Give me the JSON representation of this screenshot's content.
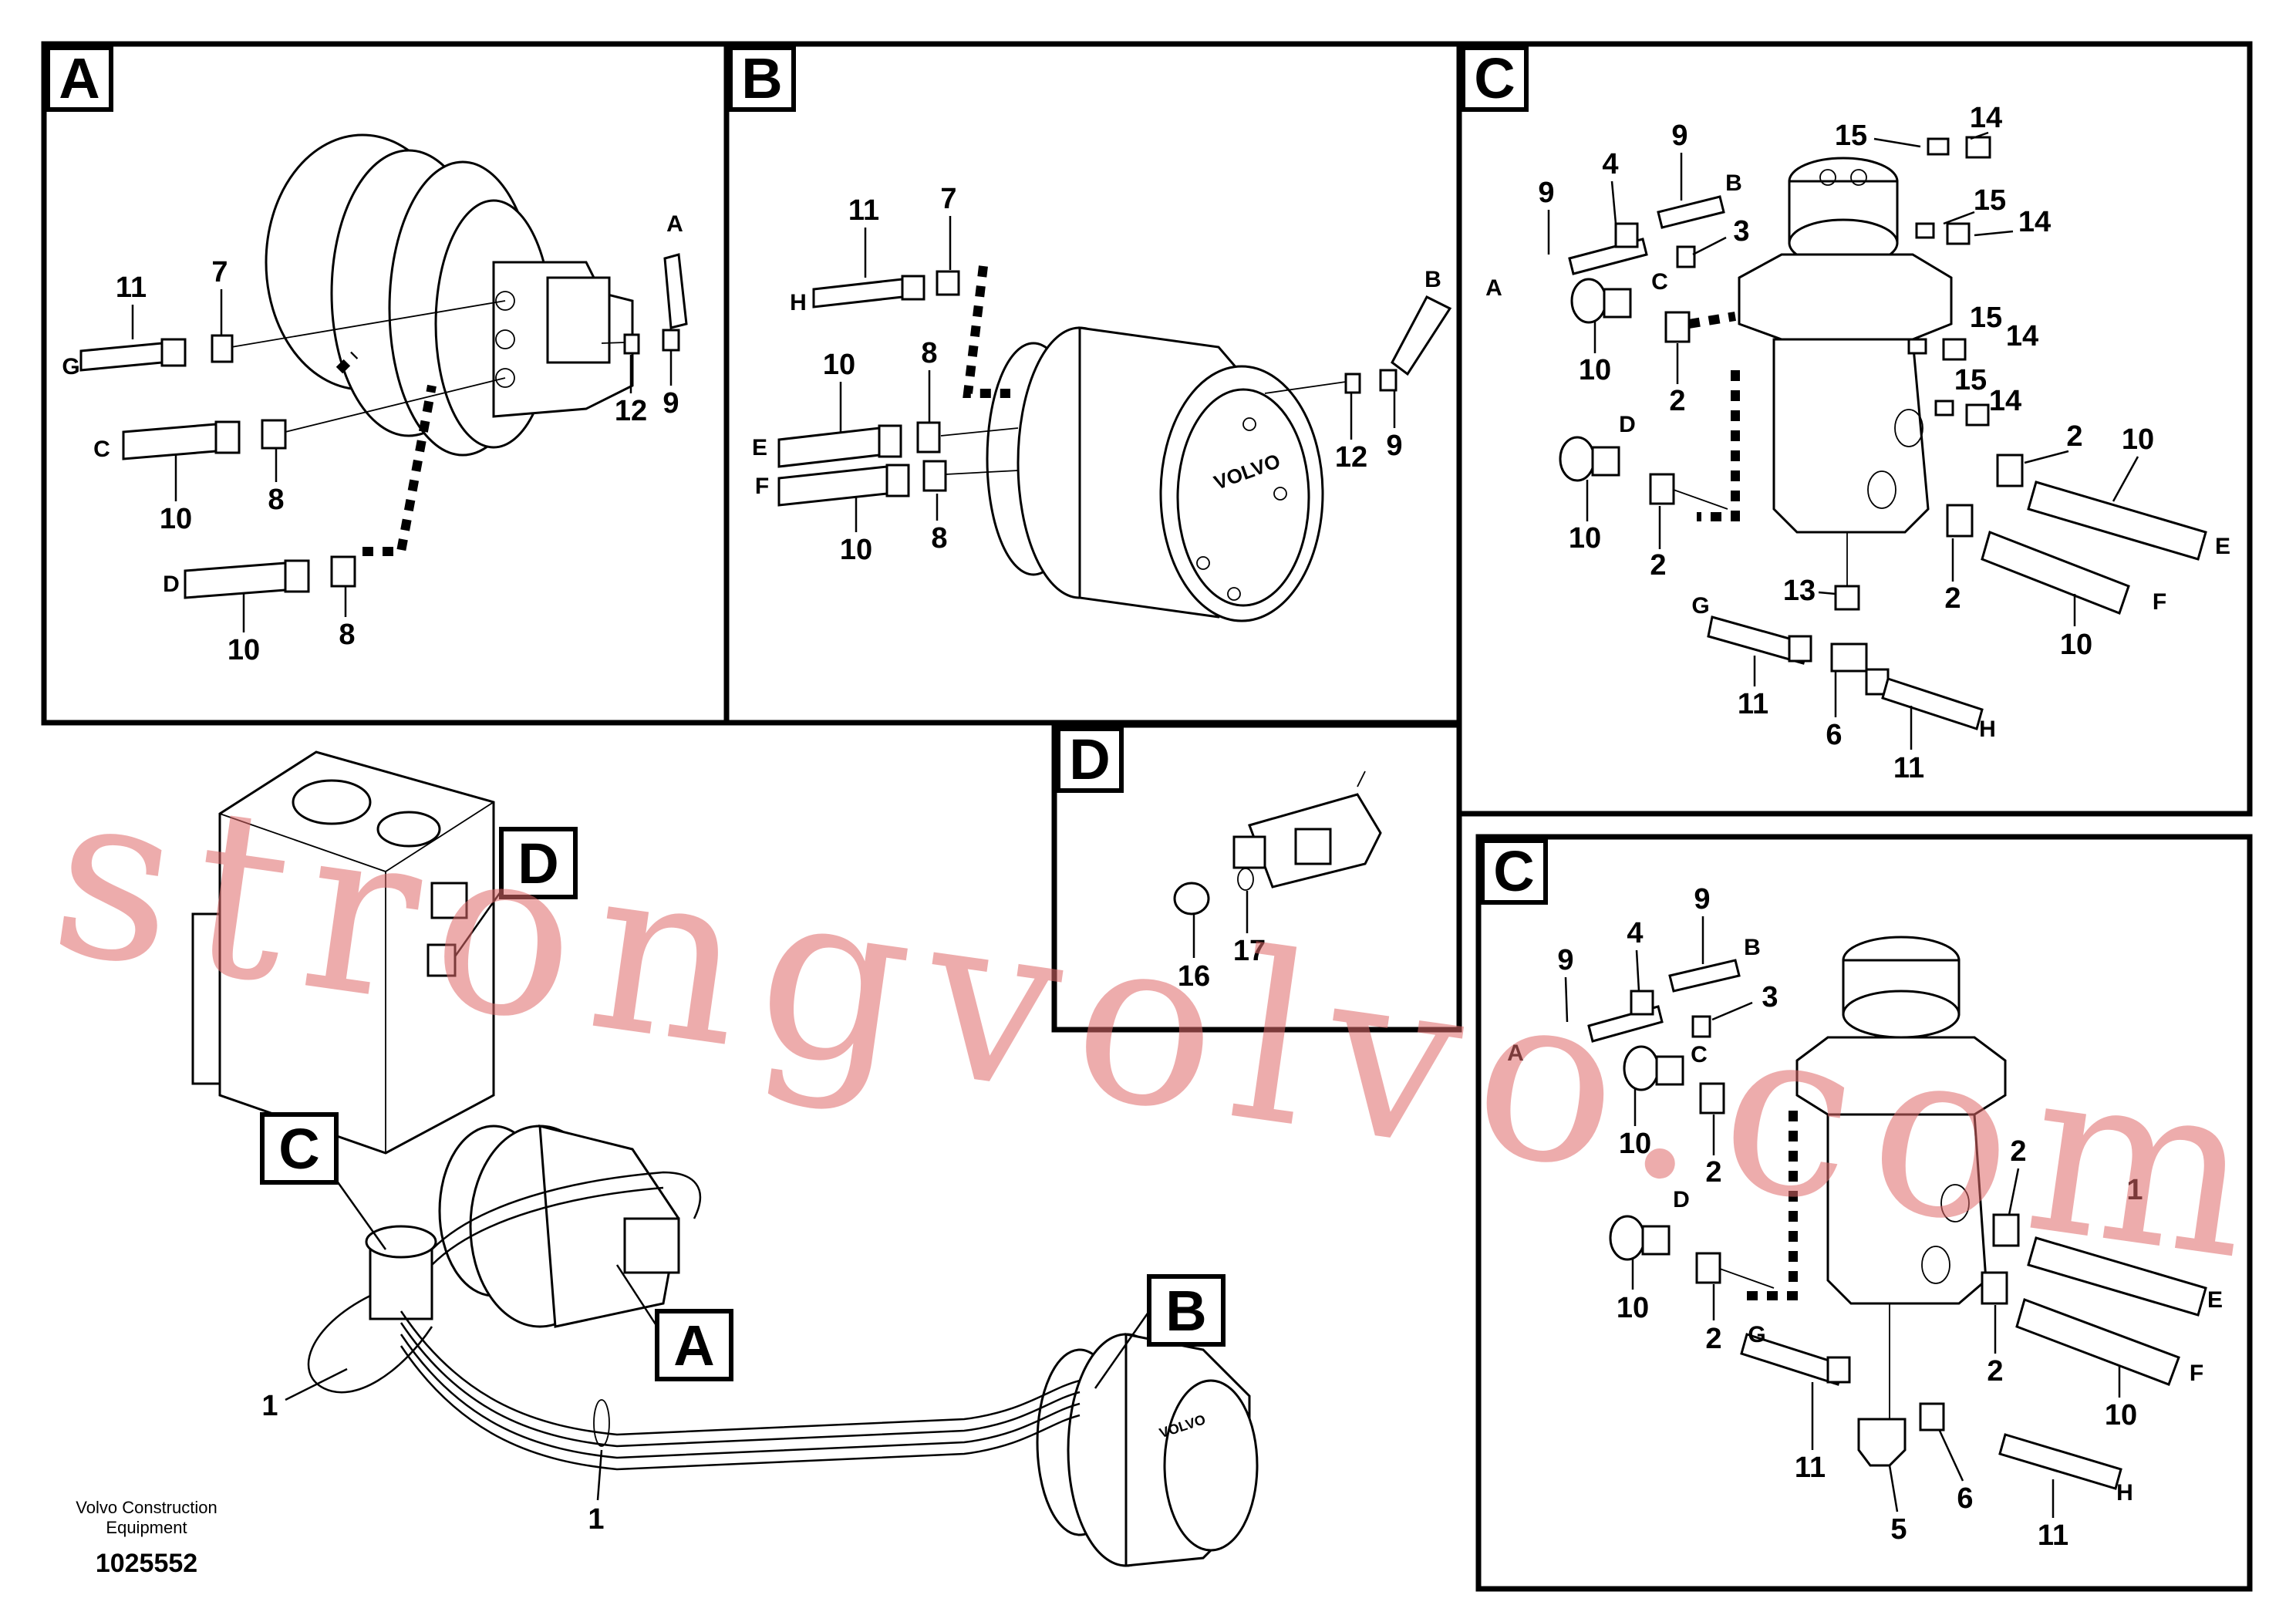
{
  "panels": {
    "A": {
      "tag": "A",
      "callouts": {
        "n11": "11",
        "n7": "7",
        "n10a": "10",
        "n8a": "8",
        "n10b": "10",
        "n8b": "8",
        "n12": "12",
        "n9": "9"
      },
      "letters": {
        "G": "G",
        "C": "C",
        "D": "D",
        "A": "A"
      }
    },
    "B": {
      "tag": "B",
      "callouts": {
        "n11": "11",
        "n7": "7",
        "n10a": "10",
        "n8a": "8",
        "n10b": "10",
        "n8b": "8",
        "n12": "12",
        "n9": "9"
      },
      "letters": {
        "H": "H",
        "E": "E",
        "F": "F",
        "B": "B"
      },
      "brand": "VOLVO"
    },
    "C1": {
      "tag": "C",
      "callouts": {
        "n14a": "14",
        "n15a": "15",
        "n15b": "15",
        "n14b": "14",
        "n9a": "9",
        "n4": "4",
        "n9b": "9",
        "n3": "3",
        "n15c": "15",
        "n14c": "14",
        "n15d": "15",
        "n14d": "14",
        "n10a": "10",
        "n2a": "2",
        "n2b": "2",
        "n10b": "10",
        "n10c": "10",
        "n2c": "2",
        "n2d": "2",
        "n10d": "10",
        "n13": "13",
        "n11a": "11",
        "n6": "6",
        "n11b": "11"
      },
      "letters": {
        "A": "A",
        "B": "B",
        "C": "C",
        "D": "D",
        "E": "E",
        "F": "F",
        "G": "G",
        "H": "H"
      }
    },
    "D": {
      "tag": "D",
      "callouts": {
        "n16": "16",
        "n17": "17"
      }
    },
    "C2": {
      "tag": "C",
      "callouts": {
        "n9a": "9",
        "n4": "4",
        "n9b": "9",
        "n3": "3",
        "n10a": "10",
        "n2a": "2",
        "n2b": "2",
        "n1": "1",
        "n10b": "10",
        "n2c": "2",
        "n2d": "2",
        "n10c": "10",
        "n11a": "11",
        "n5": "5",
        "n6": "6",
        "n11b": "11"
      },
      "letters": {
        "A": "A",
        "B": "B",
        "C": "C",
        "D": "D",
        "E": "E",
        "F": "F",
        "G": "G",
        "H": "H"
      }
    }
  },
  "overview": {
    "tags": {
      "D": "D",
      "C": "C",
      "A": "A",
      "B": "B"
    },
    "callouts": {
      "n1a": "1",
      "n1b": "1"
    },
    "brand": "VOLVO"
  },
  "footer": {
    "company_line1": "Volvo Construction",
    "company_line2": "Equipment",
    "figure_id": "1025552"
  },
  "watermark": "strongvolvo.com"
}
